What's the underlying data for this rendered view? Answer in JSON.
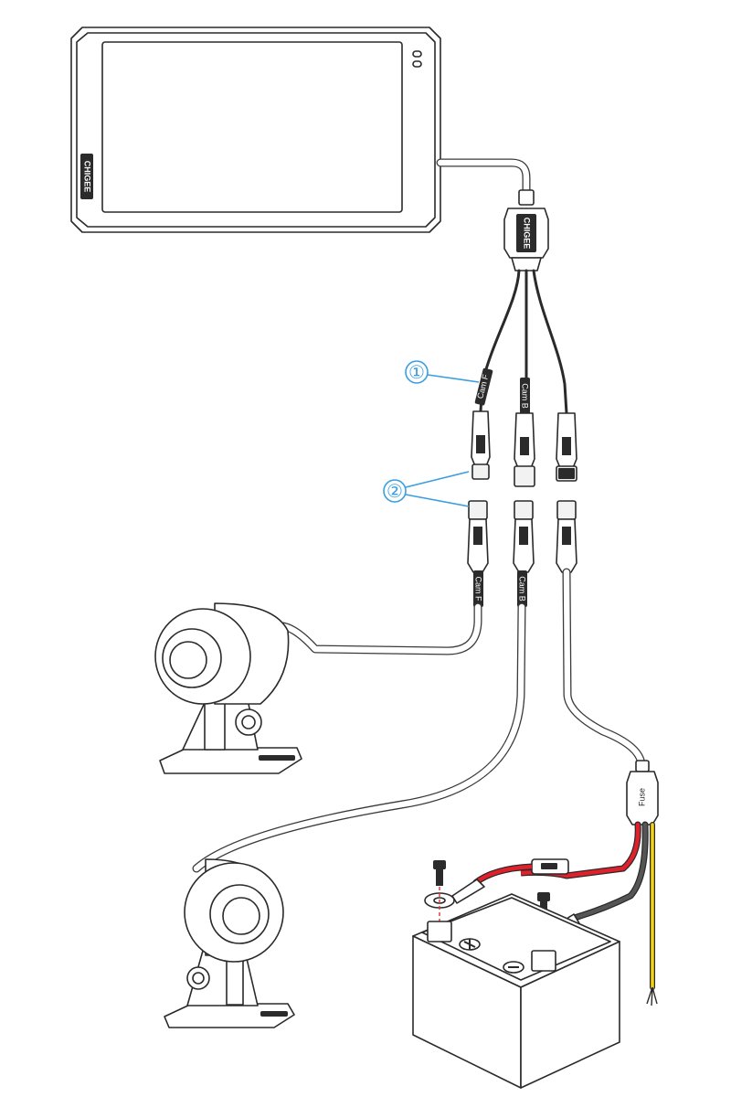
{
  "brand": "CHIGEE",
  "callouts": {
    "one": "①",
    "two": "②"
  },
  "labels": {
    "cam_f": "Cam F",
    "cam_b": "Cam B",
    "fuse": "Fuse"
  },
  "colors": {
    "callout": "#3a9ee0",
    "positive_wire": "#e0202a",
    "negative_wire": "#555555",
    "acc_wire": "#f2d21a",
    "outline": "#2a2a2a"
  }
}
